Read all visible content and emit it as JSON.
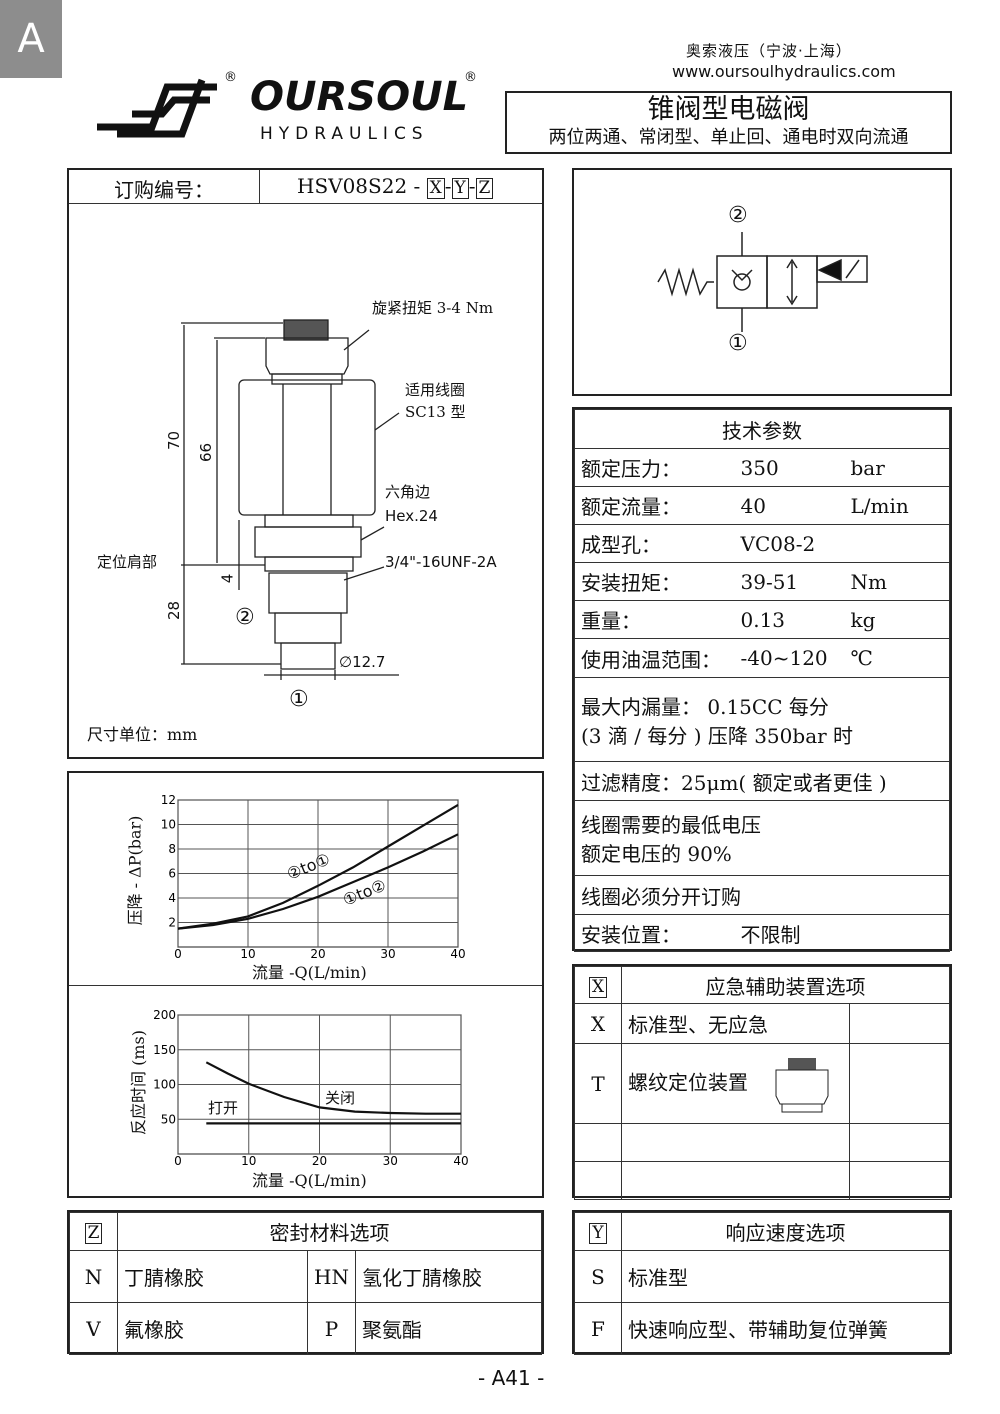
{
  "page": {
    "section_letter": "A",
    "page_number": "- A41 -"
  },
  "company": {
    "name_cn": "奥索液压（宁波·上海）",
    "website": "www.oursoulhydraulics.com",
    "logo_text": "OURSOUL",
    "logo_sub": "HYDRAULICS",
    "registered": "®"
  },
  "title": {
    "main": "锥阀型电磁阀",
    "subtitle": "两位两通、常闭型、单止回、通电时双向流通"
  },
  "order": {
    "label": "订购编号：",
    "code": "HSV08S22 -",
    "x": "X",
    "y": "Y",
    "z": "Z",
    "dash": "-"
  },
  "drawing": {
    "torque": "旋紧扭矩 3-4 Nm",
    "coil1": "适用线圈",
    "coil2": "SC13 型",
    "hex1": "六角边",
    "hex2": "Hex.24",
    "thread": "3/4\"-16UNF-2A",
    "shoulder": "定位肩部",
    "dim70": "70",
    "dim66": "66",
    "dim28": "28",
    "dim4": "4",
    "dia": "∅12.7",
    "port1": "①",
    "port2": "②",
    "units": "尺寸单位：mm"
  },
  "symbol": {
    "port1": "①",
    "port2": "②"
  },
  "specs": {
    "title": "技术参数",
    "rows": [
      {
        "k": "额定压力：",
        "v": "350",
        "u": "bar"
      },
      {
        "k": "额定流量：",
        "v": "40",
        "u": "L/min"
      },
      {
        "k": "成型孔：",
        "v": "VC08-2",
        "u": ""
      },
      {
        "k": "安装扭矩：",
        "v": "39-51",
        "u": "Nm"
      },
      {
        "k": "重量：",
        "v": "0.13",
        "u": "kg"
      },
      {
        "k": "使用油温范围：",
        "v": "-40~120",
        "u": "℃"
      }
    ],
    "leak1": "最大内漏量： 0.15CC 每分",
    "leak2": "(3 滴 / 每分 ) 压降 350bar 时",
    "filter": "过滤精度：25μm( 额定或者更佳 )",
    "volt1": "线圈需要的最低电压",
    "volt2": "额定电压的 90%",
    "coil": "线圈必须分开订购",
    "mount_k": "安装位置：",
    "mount_v": "不限制"
  },
  "option_x": {
    "code": "X",
    "title": "应急辅助装置选项",
    "rows": [
      {
        "code": "X",
        "label": "标准型、无应急"
      },
      {
        "code": "T",
        "label": "螺纹定位装置"
      }
    ]
  },
  "option_z": {
    "code": "Z",
    "title": "密封材料选项",
    "rows": [
      {
        "c1": "N",
        "l1": "丁腈橡胶",
        "c2": "HN",
        "l2": "氢化丁腈橡胶"
      },
      {
        "c1": "V",
        "l1": "氟橡胶",
        "c2": "P",
        "l2": "聚氨酯"
      }
    ]
  },
  "option_y": {
    "code": "Y",
    "title": "响应速度选项",
    "rows": [
      {
        "code": "S",
        "label": "标准型"
      },
      {
        "code": "F",
        "label": "快速响应型、带辅助复位弹簧"
      }
    ]
  },
  "chart_data": [
    {
      "type": "line",
      "xlabel": "流量 -Q(L/min)",
      "ylabel": "压降 - ΔP(bar)",
      "xlim": [
        0,
        40
      ],
      "ylim": [
        0,
        12
      ],
      "xticks": [
        0,
        10,
        20,
        30,
        40
      ],
      "yticks": [
        2,
        4,
        6,
        8,
        10,
        12
      ],
      "grid": true,
      "series": [
        {
          "name": "②to①",
          "x": [
            0,
            5,
            10,
            15,
            20,
            25,
            30,
            35,
            40
          ],
          "y": [
            1.5,
            1.9,
            2.5,
            3.6,
            5.0,
            6.5,
            8.2,
            9.9,
            11.6
          ]
        },
        {
          "name": "①to②",
          "x": [
            0,
            5,
            10,
            15,
            20,
            25,
            30,
            35,
            40
          ],
          "y": [
            1.5,
            1.8,
            2.3,
            3.1,
            4.1,
            5.3,
            6.5,
            7.8,
            9.2
          ]
        }
      ]
    },
    {
      "type": "line",
      "xlabel": "流量 -Q(L/min)",
      "ylabel": "反应时间 (ms)",
      "xlim": [
        0,
        40
      ],
      "ylim": [
        0,
        200
      ],
      "xticks": [
        0,
        10,
        20,
        30,
        40
      ],
      "yticks": [
        50,
        100,
        150,
        200
      ],
      "grid": true,
      "series": [
        {
          "name": "关闭",
          "x": [
            4,
            7,
            10,
            15,
            20,
            25,
            30,
            35,
            40
          ],
          "y": [
            132,
            116,
            101,
            82,
            67,
            61,
            59,
            58,
            58
          ]
        },
        {
          "name": "打开",
          "x": [
            4,
            40
          ],
          "y": [
            44,
            44
          ]
        }
      ]
    }
  ]
}
